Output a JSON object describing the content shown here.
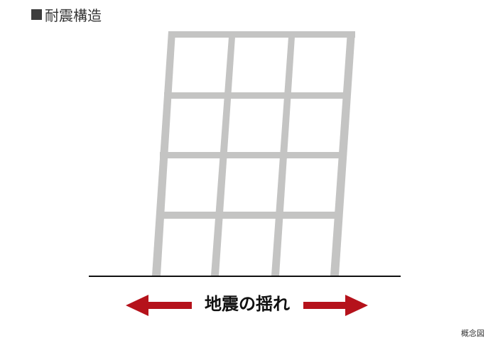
{
  "header": {
    "title": "耐震構造"
  },
  "diagram": {
    "frame_color": "#c4c4c3",
    "ground_color": "#111111",
    "arrow_color": "#b5121b",
    "shake_label": "地震の揺れ",
    "note": "概念図"
  }
}
